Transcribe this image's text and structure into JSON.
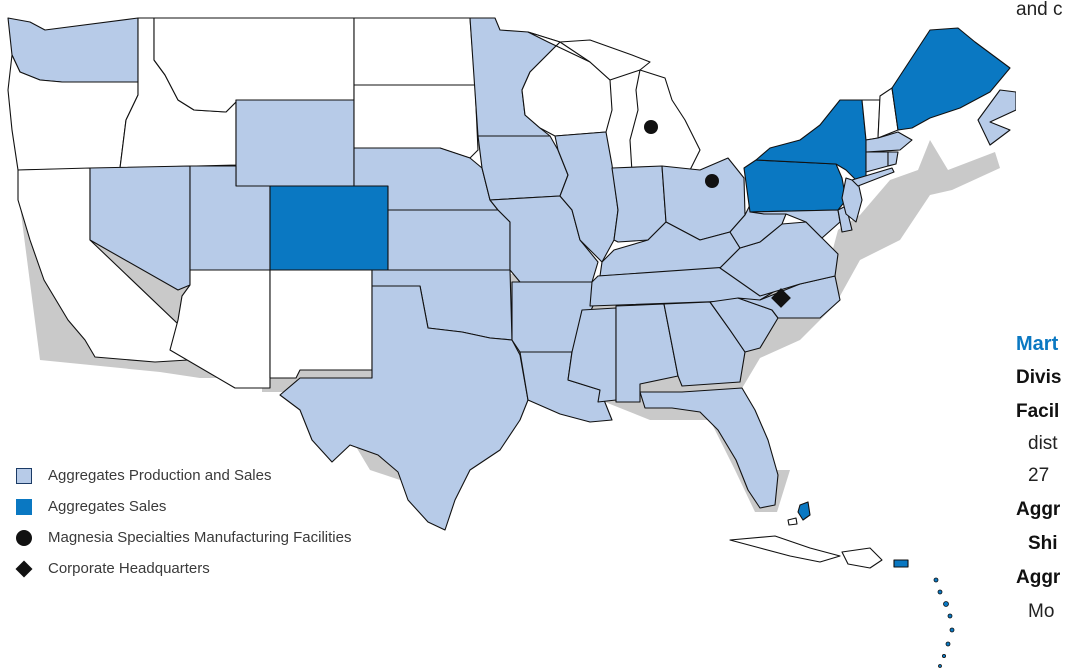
{
  "map": {
    "states_production_and_sales": [
      "WA",
      "WY",
      "NE",
      "NV",
      "UT",
      "KS",
      "TX",
      "OK",
      "AR",
      "MO",
      "IA",
      "MN",
      "IL",
      "IN",
      "OH",
      "KY",
      "TN",
      "MS",
      "AL",
      "GA",
      "FL",
      "SC",
      "NC",
      "VA",
      "WV",
      "MD",
      "DE",
      "NJ",
      "CT",
      "RI",
      "MA",
      "Nova Scotia"
    ],
    "states_sales_only": [
      "CO",
      "NY",
      "PA",
      "ME",
      "Bahamas",
      "Puerto Rico"
    ],
    "states_no_operations": [
      "OR",
      "CA",
      "ID",
      "MT",
      "ND",
      "SD",
      "WI",
      "MI",
      "AZ",
      "NM",
      "VT",
      "NH"
    ],
    "magnesia_facilities": [
      "Manistee, MI",
      "Woodville, OH"
    ],
    "corporate_headquarters": "Raleigh, NC"
  },
  "legend": {
    "items": [
      {
        "label": "Aggregates Production and Sales",
        "marker": "square-light"
      },
      {
        "label": "Aggregates Sales",
        "marker": "square-dark"
      },
      {
        "label": "Magnesia Specialties Manufacturing Facilities",
        "marker": "circle"
      },
      {
        "label": "Corporate Headquarters",
        "marker": "diamond"
      }
    ]
  },
  "side_text": {
    "top": "and c",
    "brand": "Mart",
    "line1": "Divis",
    "line2": "Facil",
    "line3": "dist",
    "line4": "27",
    "line5": "Aggr",
    "line6": "Shi",
    "line7": "Aggr",
    "line8": "Mo"
  },
  "colors": {
    "production_and_sales": "#b7cbe8",
    "sales_only": "#0a78c2",
    "no_operations": "#ffffff",
    "brand": "#0a78c2"
  }
}
